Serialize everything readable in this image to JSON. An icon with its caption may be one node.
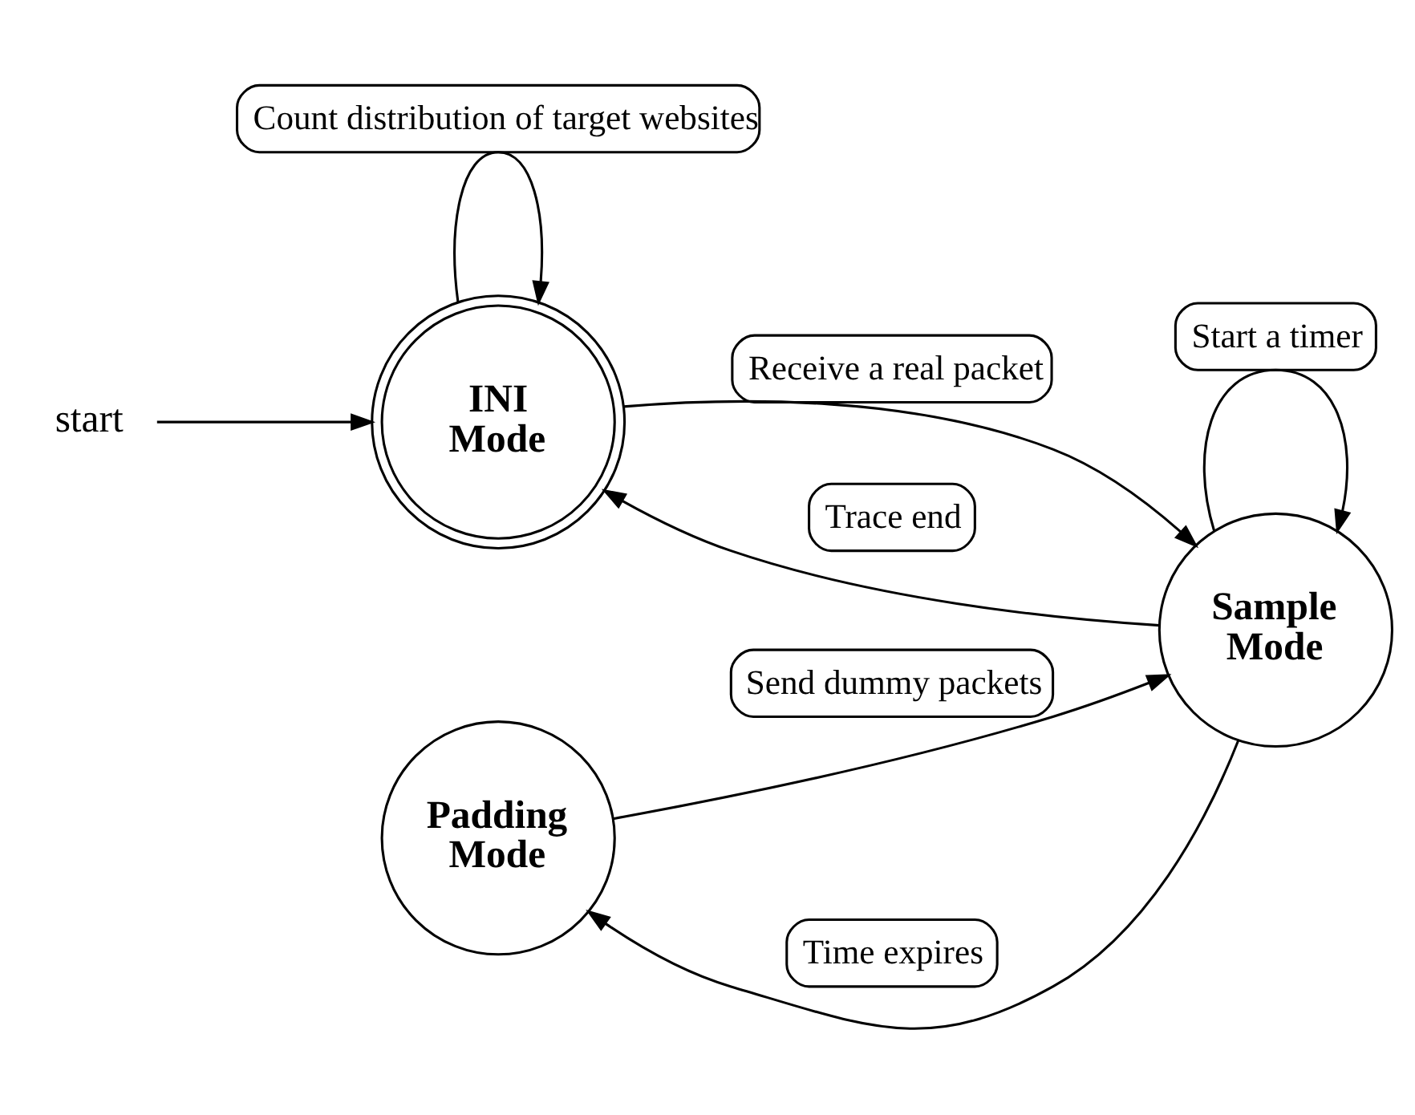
{
  "diagram": {
    "nodes": [
      {
        "text": [
          "start"
        ]
      },
      {
        "text": [
          "INI Mode"
        ]
      },
      {
        "text": [
          "Sample Mode"
        ]
      },
      {
        "text": [
          "Padding Mode"
        ]
      }
    ],
    "edges": [
      {
        "from": 0,
        "to": 1,
        "arrow": "to"
      },
      {
        "from": 1,
        "to": 1,
        "arrow": "to",
        "label": "Count distribution of target websites"
      },
      {
        "from": 1,
        "to": 2,
        "arrow": "to",
        "label": "Receive a real packet"
      },
      {
        "from": 2,
        "to": 1,
        "arrow": "to",
        "label": "Trace end"
      },
      {
        "from": 2,
        "to": 2,
        "arrow": "to",
        "label": "Start a timer"
      },
      {
        "from": 2,
        "to": 3,
        "arrow": "to",
        "label": "Time expires"
      },
      {
        "from": 3,
        "to": 2,
        "arrow": "to",
        "label": "Send dummy packets"
      }
    ]
  }
}
